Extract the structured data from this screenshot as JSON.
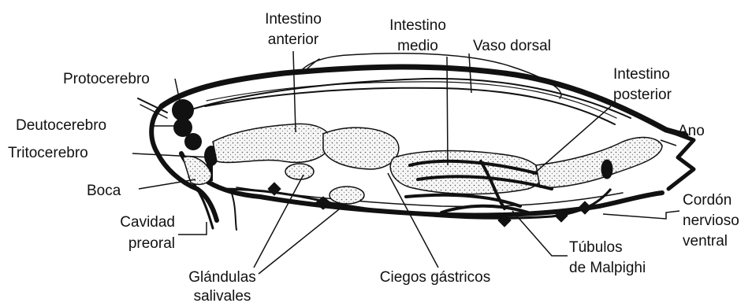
{
  "labels": {
    "intestino_anterior": [
      "Intestino",
      "anterior"
    ],
    "intestino_medio": [
      "Intestino",
      "medio"
    ],
    "vaso_dorsal": "Vaso dorsal",
    "protocerebro": "Protocerebro",
    "intestino_posterior": [
      "Intestino",
      "posterior"
    ],
    "deutocerebro": "Deutocerebro",
    "ano": "Ano",
    "tritocerebro": "Tritocerebro",
    "boca": "Boca",
    "cordon": [
      "Cordón",
      "nervioso",
      "ventral"
    ],
    "cavidad_preoral": [
      "Cavidad",
      "preoral"
    ],
    "tubulos": [
      "Túbulos",
      "de Malpighi"
    ],
    "glandulas": [
      "Glándulas",
      "salivales"
    ],
    "ciegos": "Ciegos gástricos"
  },
  "colors": {
    "ink": "#111111",
    "stipple": "#e9e9e9",
    "background": "#ffffff"
  }
}
